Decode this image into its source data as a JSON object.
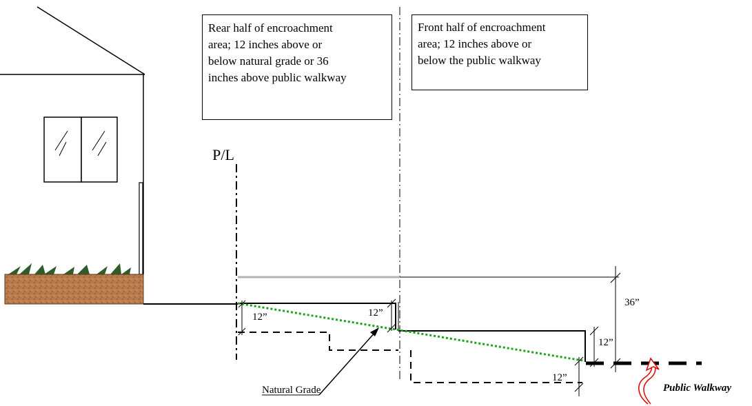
{
  "rear_box": {
    "lines": [
      "Rear half of encroachment",
      "area; 12 inches above or",
      "below natural grade or 36",
      "inches above public walkway"
    ]
  },
  "front_box": {
    "lines": [
      "Front half of encroachment",
      "area; 12 inches above or",
      "below the public walkway"
    ]
  },
  "property_line_label": "P/L",
  "natural_grade_label": "Natural Grade",
  "public_walkway_label": "Public Walkway",
  "dimensions": {
    "rear_left": "12”",
    "rear_right": "12”",
    "front_height": "36”",
    "front_step": "12”",
    "front_below": "12”"
  },
  "colors": {
    "natural_grade_line": "#1aa31a",
    "walkway_arrow": "#e00000",
    "soil": "#b7794a",
    "plants": "#2f5d2a",
    "gray_line": "#b3b3b3"
  }
}
